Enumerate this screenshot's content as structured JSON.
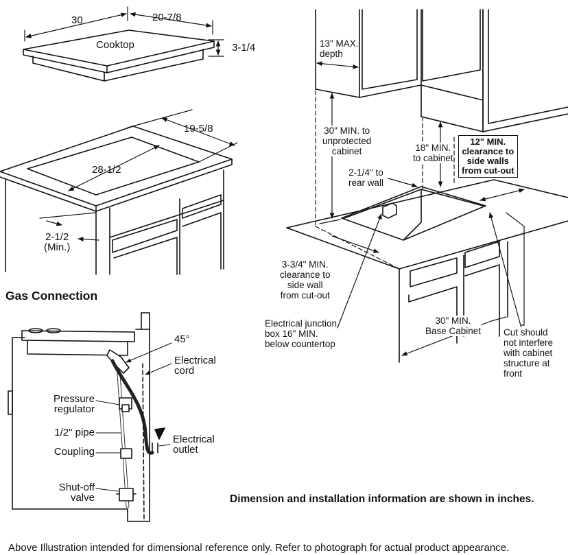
{
  "cooktop": {
    "label": "Cooktop",
    "width": "30",
    "depth": "20-7/8",
    "height": "3-1/4"
  },
  "cutout": {
    "depth": "19-5/8",
    "width": "28-1/2",
    "front_min_line1": "2-1/2",
    "front_min_line2": "(Min.)"
  },
  "gas_connection": {
    "title": "Gas Connection",
    "angle": "45°",
    "electrical_cord_line1": "Electrical",
    "electrical_cord_line2": "cord",
    "pressure_regulator_line1": "Pressure",
    "pressure_regulator_line2": "regulator",
    "pipe": "1/2\" pipe",
    "coupling": "Coupling",
    "shutoff_line1": "Shut-off",
    "shutoff_line2": "valve",
    "outlet_line1": "Electrical",
    "outlet_line2": "outlet"
  },
  "cabinet": {
    "max_depth_line1": "13\" MAX.",
    "max_depth_line2": "depth",
    "unprotected_line1": "30\" MIN. to",
    "unprotected_line2": "unprotected",
    "unprotected_line3": "cabinet",
    "to_cabinet_line1": "18\" MIN.",
    "to_cabinet_line2": "to cabinet",
    "clearance_line1": "12\" MIN.",
    "clearance_line2": "clearance to",
    "clearance_line3": "side walls",
    "clearance_line4": "from cut-out",
    "rear_wall_line1": "2-1/4\" to",
    "rear_wall_line2": "rear wall",
    "side_wall_line1": "3-3/4\" MIN.",
    "side_wall_line2": "clearance to",
    "side_wall_line3": "side wall",
    "side_wall_line4": "from cut-out",
    "junction_line1": "Electrical junction",
    "junction_line2": "box 16\" MIN.",
    "junction_line3": "below countertop",
    "base_line1": "30\" MIN.",
    "base_line2": "Base Cabinet",
    "cut_line1": "Cut should",
    "cut_line2": "not interfere",
    "cut_line3": "with cabinet",
    "cut_line4": "structure at",
    "cut_line5": "front"
  },
  "notice": "Dimension and installation information are shown in inches.",
  "footer": "Above Illustration intended for dimensional reference only. Refer to photograph for actual product appearance."
}
